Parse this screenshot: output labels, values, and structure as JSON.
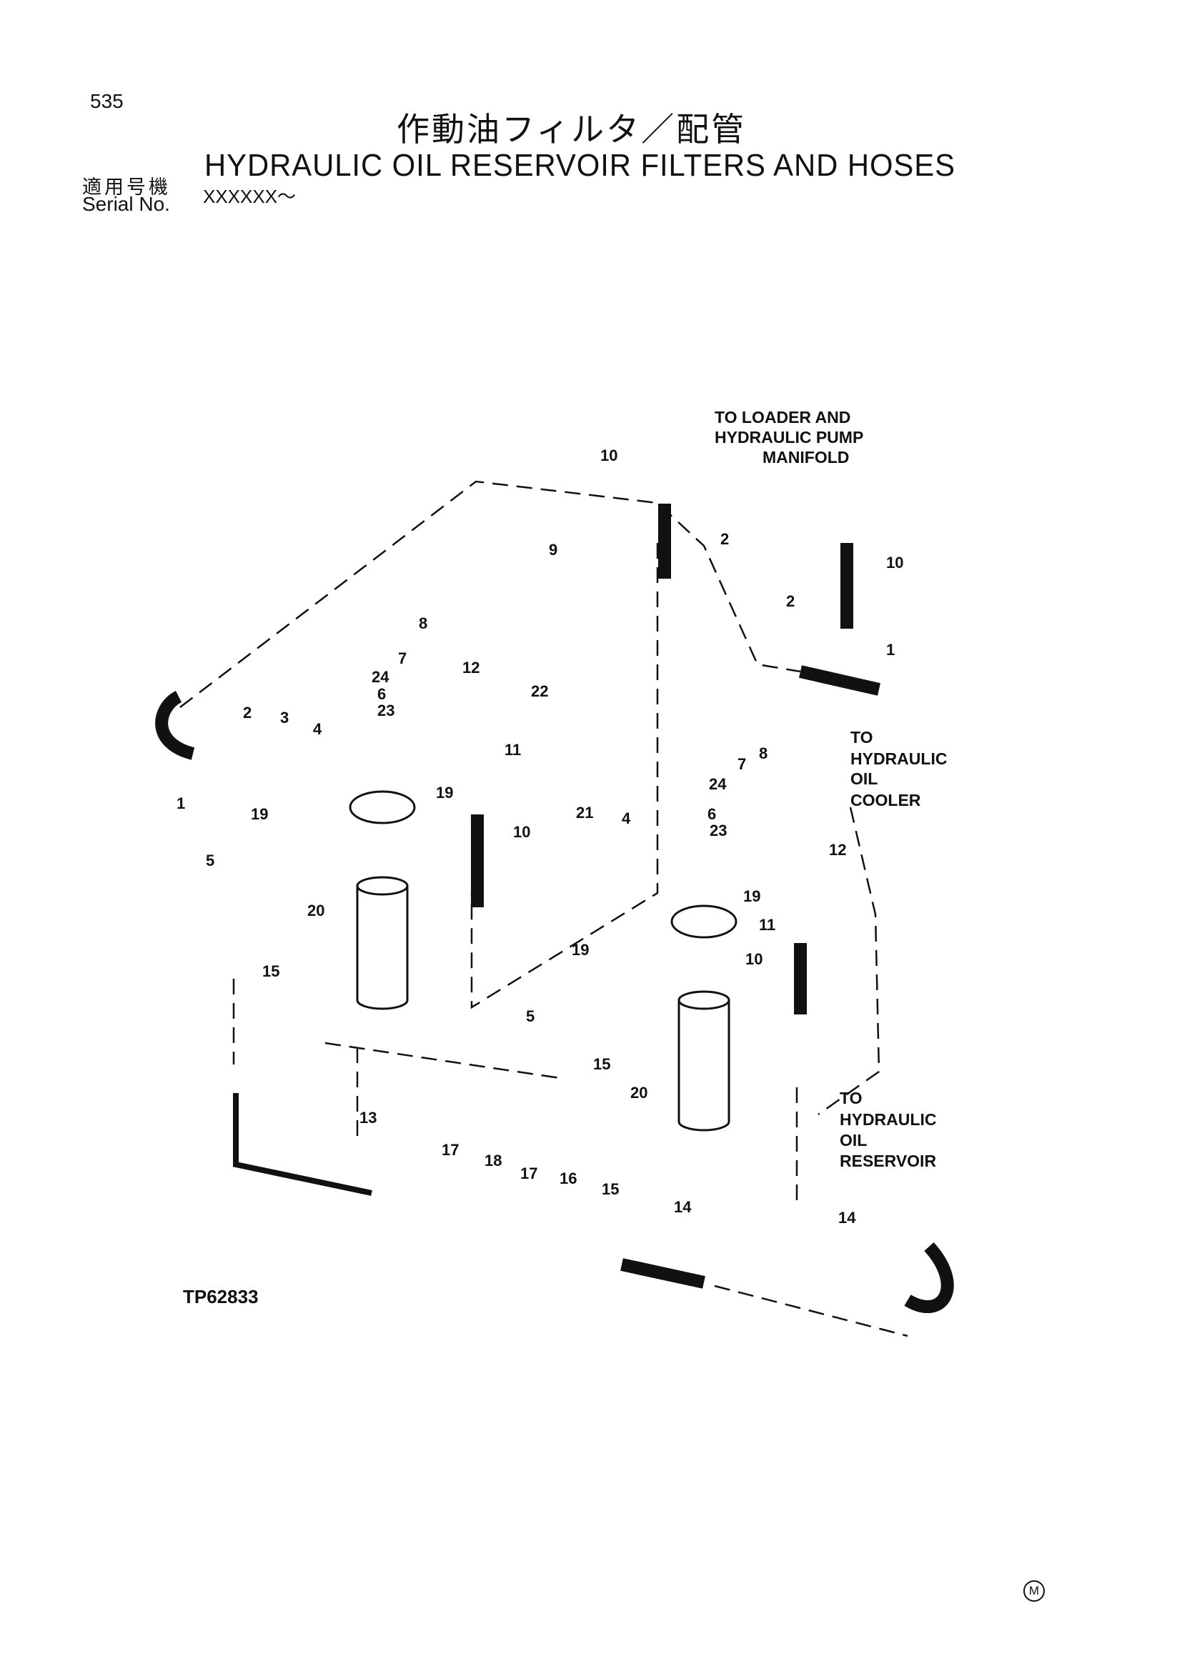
{
  "header": {
    "page_number": "535",
    "title_jp": "作動油フィルタ／配管",
    "title_en": "HYDRAULIC OIL RESERVOIR FILTERS AND HOSES",
    "serial_label_jp": "適用号機",
    "serial_label_en": "Serial No.",
    "serial_value": "XXXXXX～"
  },
  "diagram": {
    "figure_id": "TP62833",
    "corner_mark": "M",
    "notes": {
      "loader_line1": "TO LOADER AND",
      "loader_line2": "HYDRAULIC PUMP",
      "loader_line3": "MANIFOLD",
      "cooler_line1": "TO",
      "cooler_line2": "HYDRAULIC",
      "cooler_line3": "OIL",
      "cooler_line4": "COOLER",
      "reservoir_line1": "TO",
      "reservoir_line2": "HYDRAULIC",
      "reservoir_line3": "OIL",
      "reservoir_line4": "RESERVOIR"
    },
    "callouts": {
      "c1a": "1",
      "c1b": "1",
      "c2a": "2",
      "c2b": "2",
      "c2c": "2",
      "c3": "3",
      "c4a": "4",
      "c4b": "4",
      "c5a": "5",
      "c5b": "5",
      "c6a": "6",
      "c6b": "6",
      "c7a": "7",
      "c7b": "7",
      "c8a": "8",
      "c8b": "8",
      "c9": "9",
      "c10a": "10",
      "c10b": "10",
      "c10c": "10",
      "c10d": "10",
      "c11a": "11",
      "c11b": "11",
      "c12a": "12",
      "c12b": "12",
      "c13": "13",
      "c14a": "14",
      "c14b": "14",
      "c15a": "15",
      "c15b": "15",
      "c15c": "15",
      "c16": "16",
      "c17a": "17",
      "c17b": "17",
      "c18": "18",
      "c19a": "19",
      "c19b": "19",
      "c19c": "19",
      "c19d": "19",
      "c20a": "20",
      "c20b": "20",
      "c21": "21",
      "c22": "22",
      "c23a": "23",
      "c23b": "23",
      "c24a": "24",
      "c24b": "24"
    }
  }
}
